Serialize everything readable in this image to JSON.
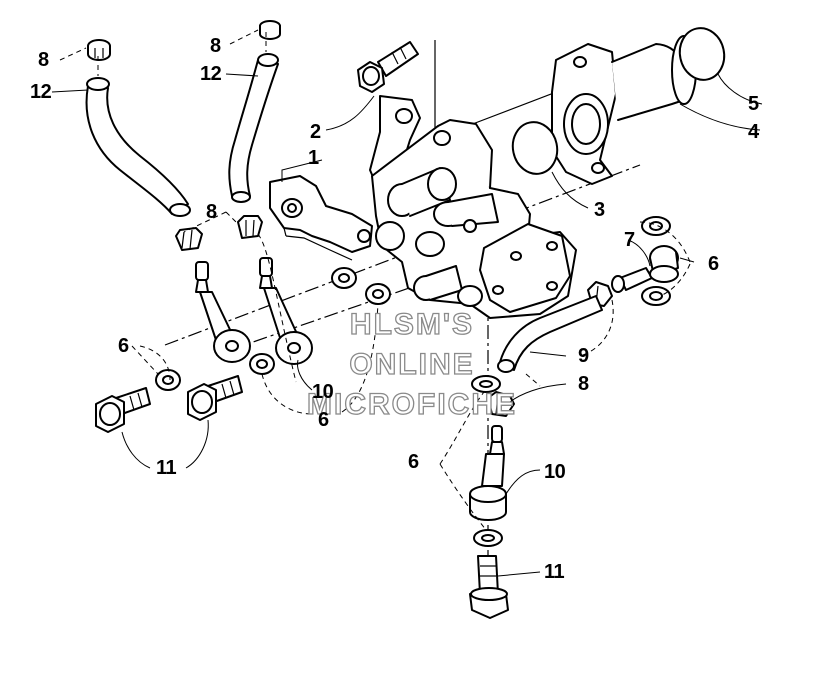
{
  "callouts": {
    "c1": "1",
    "c2": "2",
    "c3": "3",
    "c4": "4",
    "c5": "5",
    "c6a": "6",
    "c6b": "6",
    "c6c": "6",
    "c6d": "6",
    "c7": "7",
    "c8a": "8",
    "c8b": "8",
    "c8c": "8",
    "c8d": "8",
    "c9": "9",
    "c10a": "10",
    "c10b": "10",
    "c11a": "11",
    "c11b": "11",
    "c12a": "12",
    "c12b": "12"
  },
  "watermark": {
    "line1": "HLSM'S",
    "line2": "ONLINE",
    "line3": "MICROFICHE"
  }
}
